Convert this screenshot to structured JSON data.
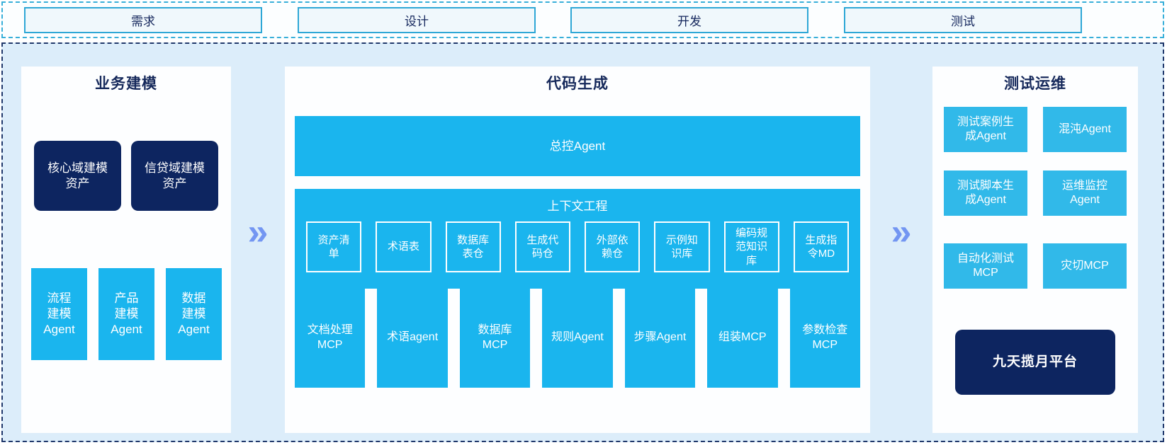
{
  "phases": [
    {
      "label": "需求"
    },
    {
      "label": "设计"
    },
    {
      "label": "开发"
    },
    {
      "label": "测试"
    }
  ],
  "arrow_glyph": "»",
  "left_panel": {
    "title": "业务建模",
    "asset_boxes": [
      {
        "label": "核心域建模\n资产"
      },
      {
        "label": "信贷域建模\n资产"
      }
    ],
    "agent_boxes": [
      {
        "label": "流程\n建模\nAgent"
      },
      {
        "label": "产品\n建模\nAgent"
      },
      {
        "label": "数据\n建模\nAgent"
      }
    ]
  },
  "mid_panel": {
    "title": "代码生成",
    "master_agent_label": "总控Agent",
    "context": {
      "title": "上下文工程",
      "items": [
        {
          "label": "资产清\n单"
        },
        {
          "label": "术语表"
        },
        {
          "label": "数据库\n表仓"
        },
        {
          "label": "生成代\n码仓"
        },
        {
          "label": "外部依\n赖仓"
        },
        {
          "label": "示例知\n识库"
        },
        {
          "label": "编码规\n范知识\n库"
        },
        {
          "label": "生成指\n令MD"
        }
      ]
    },
    "mcp_row": [
      {
        "label": "文档处理\nMCP"
      },
      {
        "label": "术语agent"
      },
      {
        "label": "数据库\nMCP"
      },
      {
        "label": "规则Agent"
      },
      {
        "label": "步骤Agent"
      },
      {
        "label": "组装MCP"
      },
      {
        "label": "参数检查\nMCP"
      }
    ]
  },
  "right_panel": {
    "title": "测试运维",
    "grid_boxes": [
      {
        "label": "测试案例生\n成Agent"
      },
      {
        "label": "混沌Agent"
      },
      {
        "label": "测试脚本生\n成Agent"
      },
      {
        "label": "运维监控\nAgent"
      },
      {
        "label": "自动化测试\nMCP"
      },
      {
        "label": "灾切MCP"
      }
    ],
    "platform_label": "九天揽月平台"
  },
  "colors": {
    "cyan_box": "#1ab5ee",
    "cyan_box_right": "#31b9e9",
    "navy_box": "#0d2560",
    "title_text": "#16295b",
    "chevron": "#7396f2",
    "strip_border": "#2ea7d6",
    "main_border": "#20386b",
    "main_background": "#dcedfa"
  }
}
